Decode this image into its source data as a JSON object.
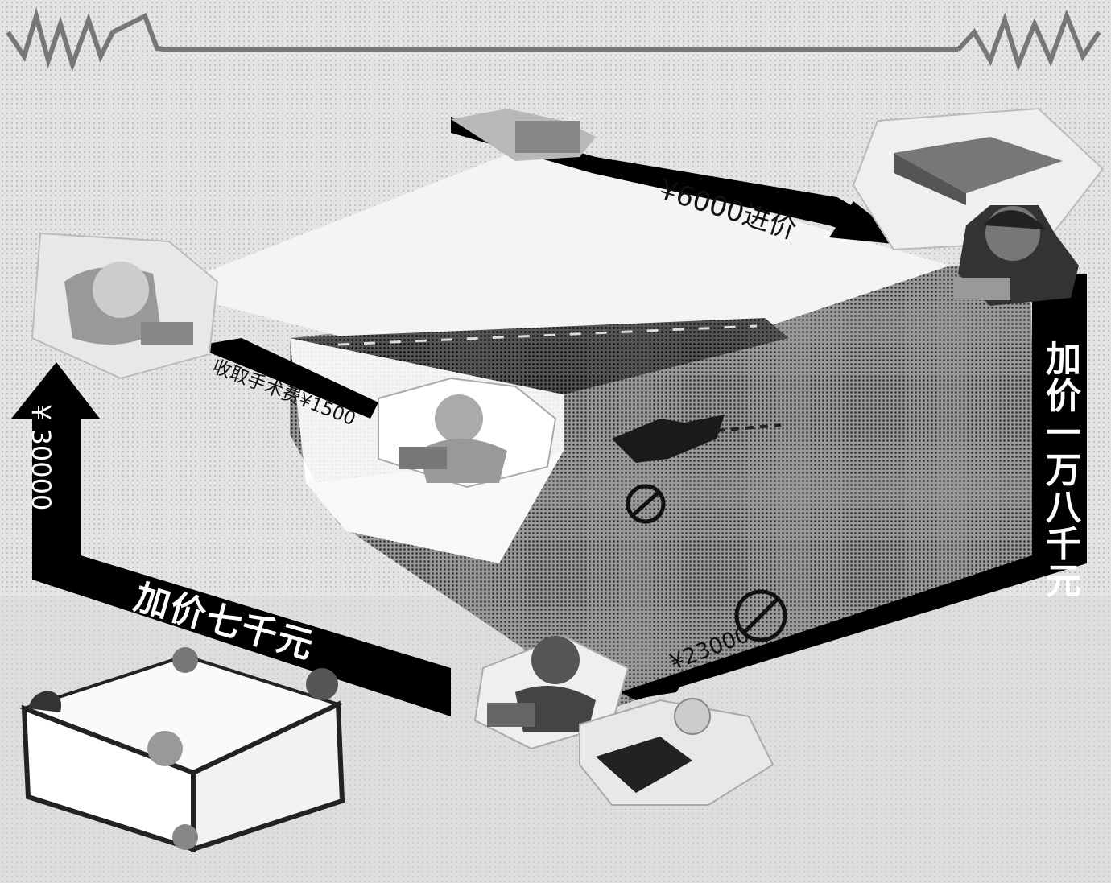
{
  "labels": {
    "price_top": "¥6000进价",
    "surgery_fee": "收取手术费¥1500",
    "price_left": "¥ 30000",
    "price_bottom": "¥23000",
    "markup_bottom": "加价七千元",
    "markup_right": "加价一万八千元"
  }
}
